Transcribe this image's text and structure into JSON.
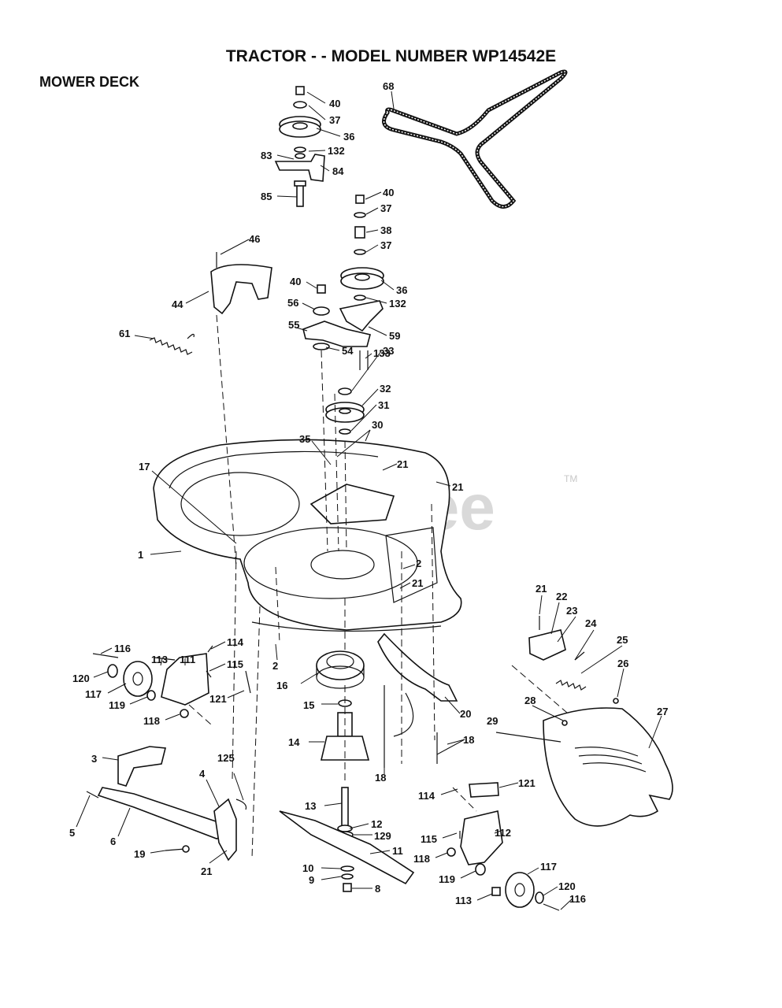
{
  "header": {
    "title": "TRACTOR - - MODEL NUMBER WP14542E",
    "section": "MOWER DECK"
  },
  "watermark": {
    "text": "PartsTree",
    "trademark": "TM"
  },
  "callouts": [
    "40",
    "37",
    "36",
    "132",
    "83",
    "84",
    "85",
    "68",
    "40",
    "37",
    "38",
    "37",
    "36",
    "132",
    "40",
    "56",
    "59",
    "55",
    "133",
    "54",
    "33",
    "32",
    "31",
    "30",
    "35",
    "46",
    "44",
    "61",
    "17",
    "21",
    "21",
    "1",
    "2",
    "21",
    "2",
    "16",
    "15",
    "14",
    "13",
    "12",
    "129",
    "11",
    "10",
    "9",
    "8",
    "116",
    "113",
    "111",
    "114",
    "115",
    "120",
    "117",
    "119",
    "118",
    "121",
    "3",
    "125",
    "4",
    "5",
    "6",
    "19",
    "21",
    "20",
    "18",
    "18",
    "21",
    "22",
    "23",
    "24",
    "25",
    "26",
    "28",
    "29",
    "27",
    "114",
    "121",
    "115",
    "112",
    "118",
    "119",
    "117",
    "113",
    "120",
    "116"
  ]
}
